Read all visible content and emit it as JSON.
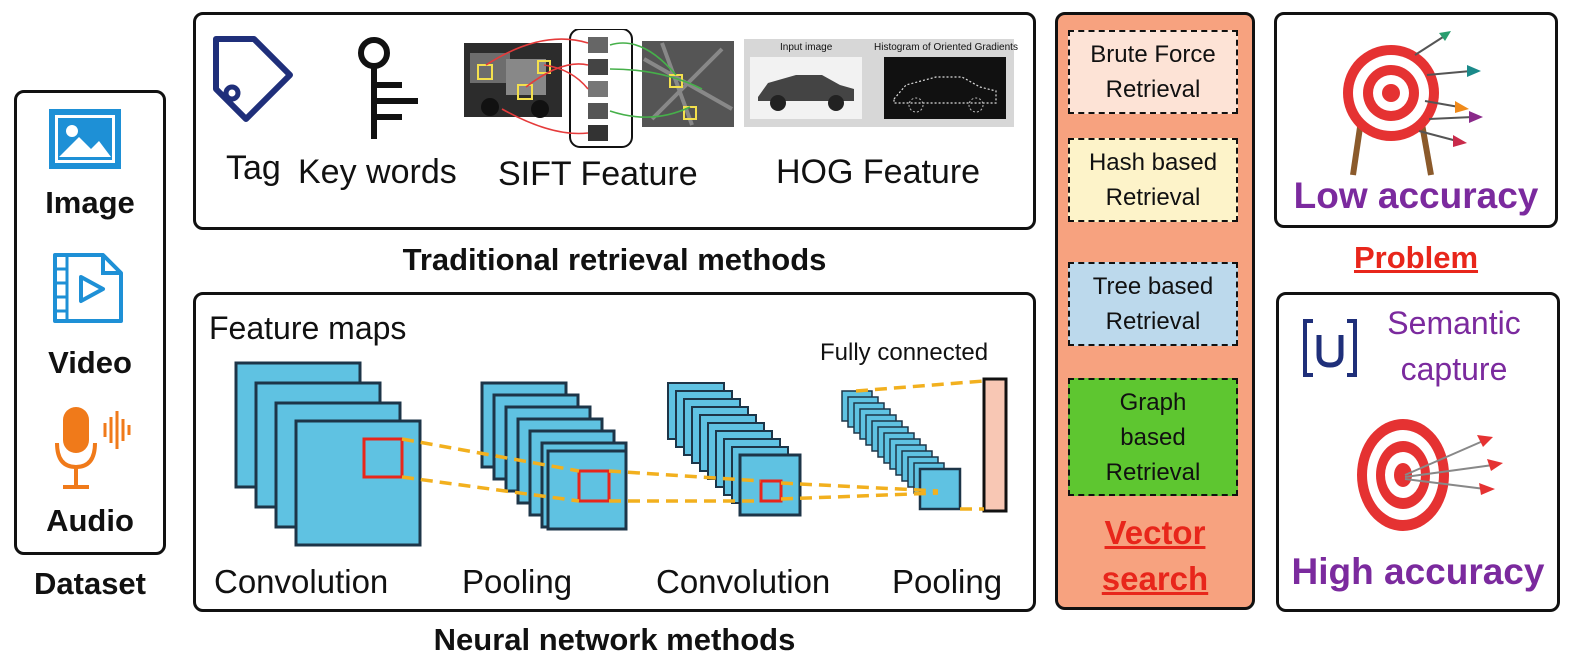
{
  "dataset": {
    "items": [
      {
        "label": "Image",
        "icon": "image-icon"
      },
      {
        "label": "Video",
        "icon": "video-icon"
      },
      {
        "label": "Audio",
        "icon": "audio-icon"
      }
    ],
    "caption": "Dataset"
  },
  "traditional": {
    "caption": "Traditional retrieval methods",
    "items": [
      {
        "label": "Tag",
        "icon": "tag-icon"
      },
      {
        "label": "Key words",
        "icon": "key-icon"
      },
      {
        "label": "SIFT Feature"
      },
      {
        "label": "HOG Feature"
      }
    ],
    "hog_input_label": "Input image",
    "hog_hist_label": "Histogram of Oriented Gradients"
  },
  "neural": {
    "caption": "Neural network methods",
    "feature_maps_label": "Feature maps",
    "fully_connected_label": "Fully connected",
    "stages": [
      "Convolution",
      "Pooling",
      "Convolution",
      "Pooling"
    ]
  },
  "vector_search": {
    "title_line1": "Vector",
    "title_line2": "search",
    "methods": [
      {
        "line1": "Brute Force",
        "line2": "Retrieval",
        "color": "#fde3d6"
      },
      {
        "line1": "Hash based",
        "line2": "Retrieval",
        "color": "#fdf3c9"
      },
      {
        "line1": "Tree based",
        "line2": "Retrieval",
        "color": "#bcd9ec"
      },
      {
        "line1": "Graph",
        "line2": "based",
        "line3": "Retrieval",
        "color": "#5ec630"
      }
    ]
  },
  "problem": {
    "label": "Problem",
    "low_accuracy": "Low accuracy"
  },
  "solution": {
    "semantic_line1": "Semantic",
    "semantic_line2": "capture",
    "high_accuracy": "High accuracy"
  },
  "colors": {
    "accent_blue": "#1e90d6",
    "audio_orange": "#f07a1a",
    "vector_panel": "#f7a27f",
    "cnn_cyan": "#5fc2e2",
    "purple": "#7b2a9e",
    "red": "#e8261b"
  }
}
